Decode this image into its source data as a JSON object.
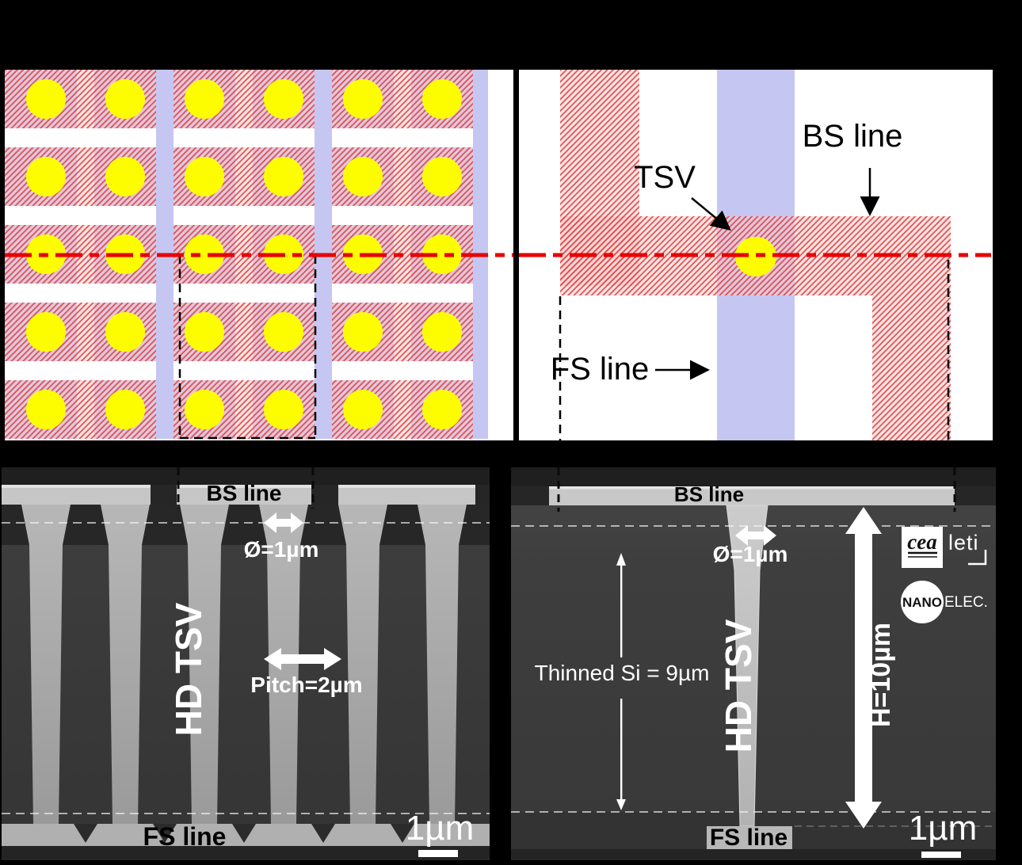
{
  "figure": {
    "description_visible_text_only": true
  },
  "layout_matrix": {
    "rows": 5,
    "columns": 6,
    "tsv_count": 30
  },
  "layout_cell": {
    "tsv_label": "TSV",
    "bs_line_label": "BS line",
    "fs_line_label": "FS line"
  },
  "sem_array": {
    "bs_line_label": "BS line",
    "diameter_label": "Ø=1µm",
    "hd_tsv_label": "HD TSV",
    "pitch_label": "Pitch=2µm",
    "fs_line_label": "FS line",
    "scale_label": "1µm",
    "pillar_count": 6
  },
  "sem_single": {
    "bs_line_label": "BS line",
    "diameter_label": "Ø=1µm",
    "hd_tsv_label": "HD TSV",
    "thinned_si_label": "Thinned Si = 9µm",
    "height_label": "H=10µm",
    "fs_line_label": "FS line",
    "scale_label": "1µm",
    "logos": {
      "cea": "cea",
      "leti": "leti",
      "nano": "NANO",
      "elec": "ELEC."
    }
  },
  "colors": {
    "fs_line_blue": "#c6c6f2",
    "bs_hatch_red": "#d94545",
    "bs_hatch_pink": "#ffc9c9",
    "tsv_yellow": "#fdfd00",
    "cut_line_red": "#e80000",
    "sem_bright": "#c6c6c6",
    "sem_dark": "#262626"
  }
}
